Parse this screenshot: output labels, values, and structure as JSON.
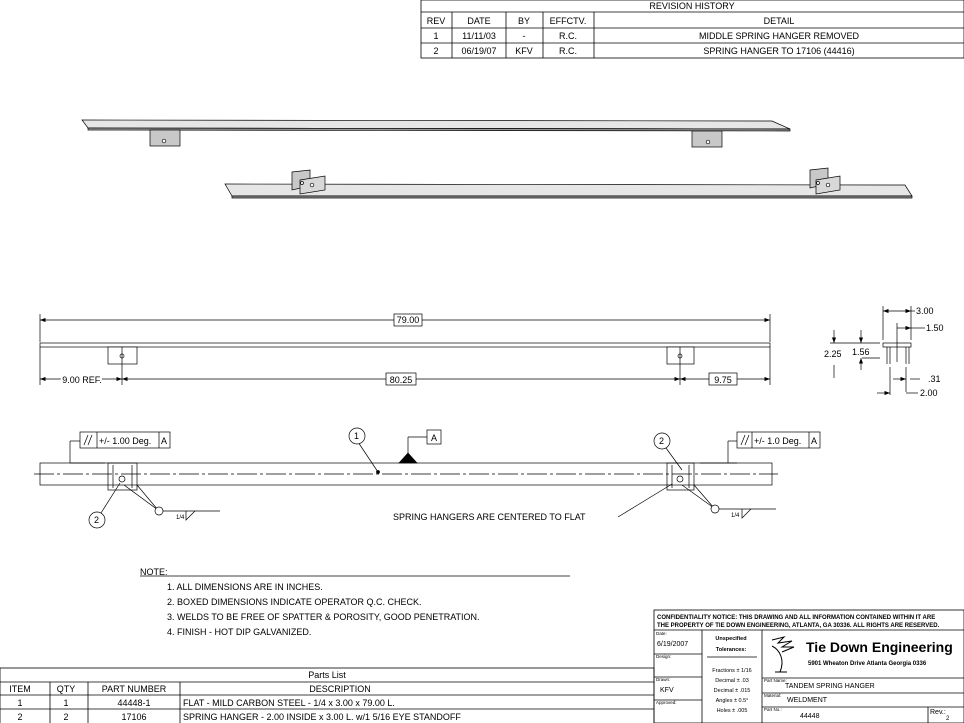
{
  "revision_history": {
    "title": "REVISION HISTORY",
    "headers": [
      "REV",
      "DATE",
      "BY",
      "EFFCTV.",
      "DETAIL"
    ],
    "rows": [
      [
        "1",
        "11/11/03",
        "-",
        "R.C.",
        "MIDDLE SPRING HANGER REMOVED"
      ],
      [
        "2",
        "06/19/07",
        "KFV",
        "R.C.",
        "SPRING HANGER TO 17106 (44416)"
      ]
    ]
  },
  "dimensions": {
    "overall": "79.00",
    "ref": "9.00 REF.",
    "spacing": "80.25",
    "end": "9.75",
    "end_width": "3.00",
    "half_width": "1.50",
    "height": "2.25",
    "inner_height": "1.56",
    "thickness": ".31",
    "inside": "2.00"
  },
  "annotations": {
    "tol_left": "+/- 1.00 Deg.",
    "tol_right": "+/- 1.0 Deg.",
    "datum": "A",
    "balloon_1": "1",
    "balloon_2": "2",
    "weld": "1/4",
    "centered": "SPRING HANGERS ARE CENTERED TO FLAT"
  },
  "notes": {
    "title": "NOTE:",
    "items": [
      "1.  ALL DIMENSIONS ARE IN INCHES.",
      "2.  BOXED DIMENSIONS INDICATE OPERATOR Q.C. CHECK.",
      "3.  WELDS TO BE FREE OF SPATTER & POROSITY, GOOD PENETRATION.",
      "4.  FINISH - HOT DIP GALVANIZED."
    ]
  },
  "parts_list": {
    "title": "Parts List",
    "headers": [
      "ITEM",
      "QTY",
      "PART NUMBER",
      "DESCRIPTION"
    ],
    "rows": [
      [
        "1",
        "1",
        "44448-1",
        "FLAT - MILD CARBON STEEL - 1/4 x 3.00 x 79.00 L."
      ],
      [
        "2",
        "2",
        "17106",
        "SPRING HANGER - 2.00 INSIDE x 3.00 L. w/1 5/16 EYE STANDOFF"
      ]
    ]
  },
  "title_block": {
    "confidentiality_1": "CONFIDENTIALITY NOTICE:  THIS DRAWING AND ALL INFORMATION CONTAINED WITHIN IT ARE",
    "confidentiality_2": "THE PROPERTY OF TIE DOWN ENGINEERING, ATLANTA, GA 30336.  ALL RIGHTS ARE RESERVED.",
    "date_label": "Date:",
    "date": "6/19/2007",
    "design_label": "Design:",
    "drawn_label": "Drawn:",
    "drawn": "KFV",
    "approved_label": "Approved:",
    "tol_title_1": "Unspecified",
    "tol_title_2": "Tolerances:",
    "tolerances": [
      "Fractions ± 1/16",
      "Decimal ± .03",
      "Decimal ± .015",
      "Angles ± 0.5°",
      "Holes ± .005"
    ],
    "company": "Tie Down Engineering",
    "address": "5901 Wheaton Drive  Atlanta  Georgia  0336",
    "part_name_label": "Part Name:",
    "part_name": "TANDEM SPRING HANGER",
    "material_label": "Material:",
    "material": "WELDMENT",
    "part_no_label": "Part No.:",
    "part_no": "44448",
    "rev_label": "Rev.:",
    "rev": "2"
  }
}
